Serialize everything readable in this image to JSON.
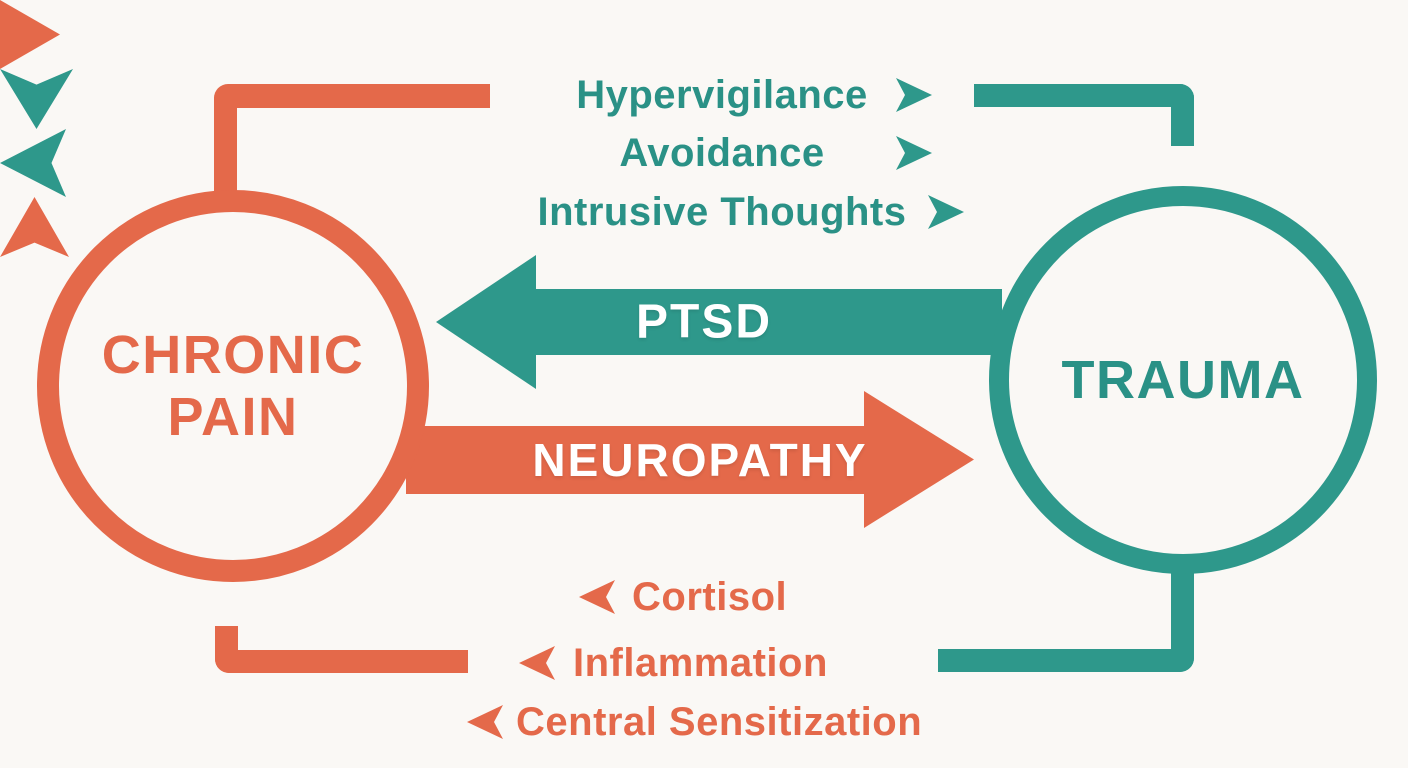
{
  "diagram": {
    "title_implicit": "Chronic Pain and Trauma cycle",
    "colors": {
      "orange": "#E4694A",
      "teal": "#2E988B",
      "teal_text": "#2A9186",
      "background": "#FAF8F5",
      "arrow_label_text": "#FFFFFF"
    },
    "left_node": {
      "line1": "CHRONIC",
      "line2": "PAIN"
    },
    "right_node": {
      "label": "TRAUMA"
    },
    "trauma_symptoms": {
      "items": [
        "Hypervigilance",
        "Avoidance",
        "Intrusive Thoughts"
      ]
    },
    "flows": {
      "ptsd_label": "PTSD",
      "neuropathy_label": "NEUROPATHY"
    },
    "pain_mechanisms": {
      "items": [
        "Cortisol",
        "Inflammation",
        "Central Sensitization"
      ]
    }
  }
}
